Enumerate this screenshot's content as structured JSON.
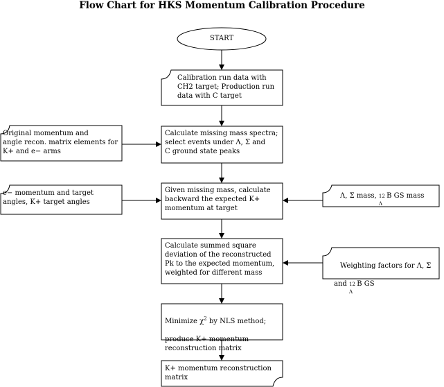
{
  "title": "Flow Chart for HKS Momentum Calibration Procedure",
  "nodes": {
    "start": "START",
    "calib_data": "Calibration run data with\nCH2 target; Production run\ndata with C target",
    "orig_matrix": "Original momentum and\nangle recon. matrix elements for\nK+ and e− arms",
    "missing_mass": "Calculate missing mass spectra;\nselect events under    Λ, Σ  and\nC ground state peaks",
    "e_momentum": "e− momentum and target\nangles, K+ target angles",
    "given_mm": "Given missing mass, calculate\nbackward the expected K+\nmomentum at target",
    "masses_line1": "Λ, Σ   mass,",
    "masses_sup": "12",
    "masses_sub": "Λ",
    "masses_line2": "B   GS mass",
    "deviation": "Calculate summed square\ndeviation of the reconstructed\nPk to the expected momentum,\nweighted for different mass",
    "weighting_line1": "Weighting factors for    Λ, Σ",
    "weighting_line2_prefix": "and",
    "weighting_sup": "12",
    "weighting_sub": "Λ",
    "weighting_line2_suffix": "B   GS",
    "minimize_line1_prefix": "Minimize χ",
    "minimize_sup": "2",
    "minimize_line1_suffix": "  by NLS method;",
    "minimize_rest": "produce K+ momentum\nreconstruction matrix",
    "result": "K+ momentum reconstruction\nmatrix"
  }
}
